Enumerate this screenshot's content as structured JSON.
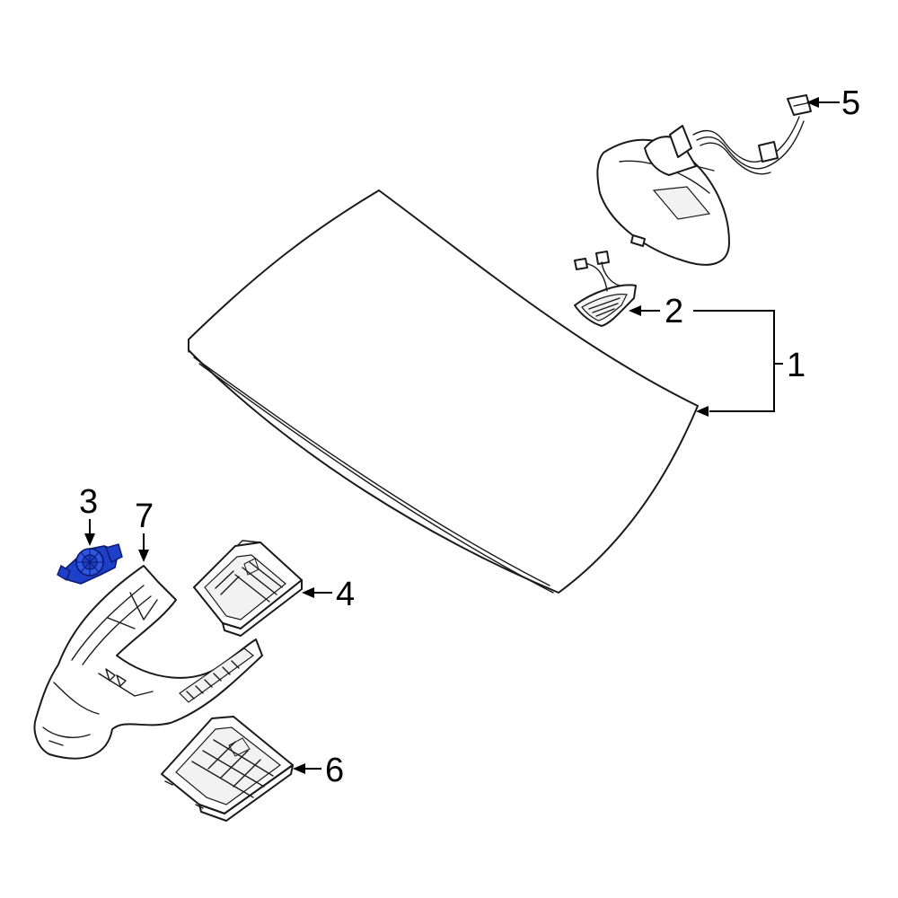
{
  "diagram": {
    "callouts": [
      {
        "id": "1",
        "text": "1"
      },
      {
        "id": "2",
        "text": "2"
      },
      {
        "id": "3",
        "text": "3"
      },
      {
        "id": "4",
        "text": "4"
      },
      {
        "id": "5",
        "text": "5"
      },
      {
        "id": "6",
        "text": "6"
      },
      {
        "id": "7",
        "text": "7"
      }
    ],
    "colors": {
      "line": "#1a1a1a",
      "highlight_part_fill": "#1e40c8",
      "highlight_part_stroke": "#0a1a70",
      "background": "#ffffff"
    }
  }
}
